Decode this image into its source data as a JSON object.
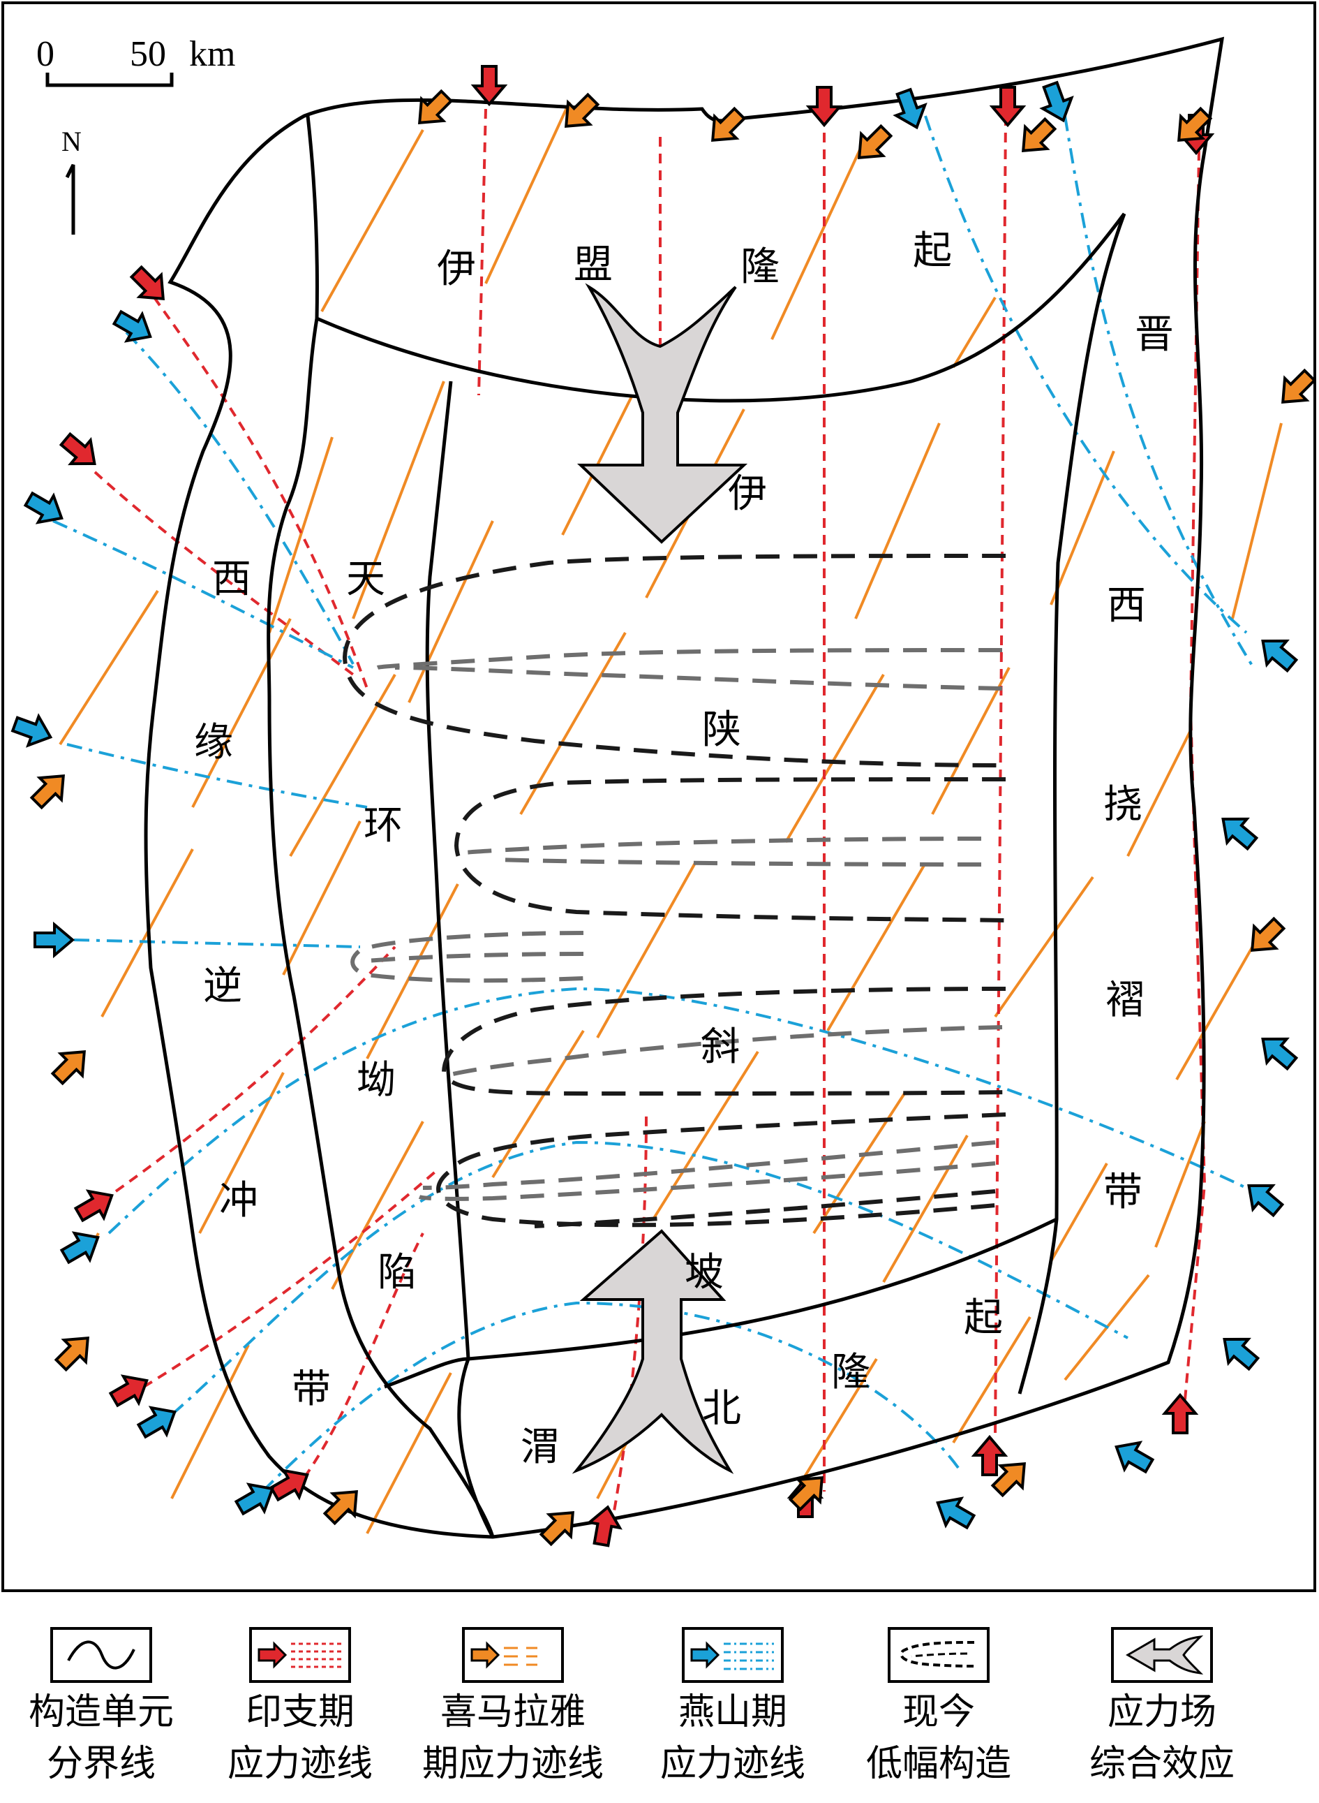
{
  "colors": {
    "indosinian": "#e0282e",
    "himalayan": "#f08a24",
    "yanshan": "#1ba1d8",
    "boundary": "#000000",
    "low_amplitude": "#333333",
    "low_amplitude_grey": "#6e6e6e",
    "effect_fill": "#d9d6d6"
  },
  "scale_bar": {
    "zero": "0",
    "fifty": "50",
    "unit": "km"
  },
  "north_arrow": {
    "label": "N"
  },
  "regions": {
    "yimeng_uplift": [
      "伊",
      "盟",
      "隆",
      "起"
    ],
    "jinxi_fold_belt": [
      "晋",
      "西",
      "挠",
      "褶",
      "带"
    ],
    "west_margin_thrust_belt": [
      "西",
      "缘",
      "逆",
      "冲",
      "带"
    ],
    "tianhuan_depression": [
      "天",
      "环",
      "坳",
      "陷"
    ],
    "yishan_slope": [
      "伊",
      "陕",
      "斜",
      "坡"
    ],
    "weibei_uplift": [
      "渭",
      "北",
      "隆",
      "起"
    ]
  },
  "legend": [
    {
      "key": "boundary",
      "icon": "wave-line-icon",
      "line1": "构造单元",
      "line2": "分界线"
    },
    {
      "key": "indosinian",
      "icon": "red-arrow-dash-icon",
      "line1": "印支期",
      "line2": "应力迹线"
    },
    {
      "key": "himalayan",
      "icon": "orange-arrow-dash-icon",
      "line1": "喜马拉雅",
      "line2": "期应力迹线"
    },
    {
      "key": "yanshan",
      "icon": "blue-arrow-dashdot-icon",
      "line1": "燕山期",
      "line2": "应力迹线"
    },
    {
      "key": "low_amplitude",
      "icon": "dashed-fold-icon",
      "line1": "现今",
      "line2": "低幅构造"
    },
    {
      "key": "combined",
      "icon": "grey-big-arrow-icon",
      "line1": "应力场",
      "line2": "综合效应"
    }
  ]
}
